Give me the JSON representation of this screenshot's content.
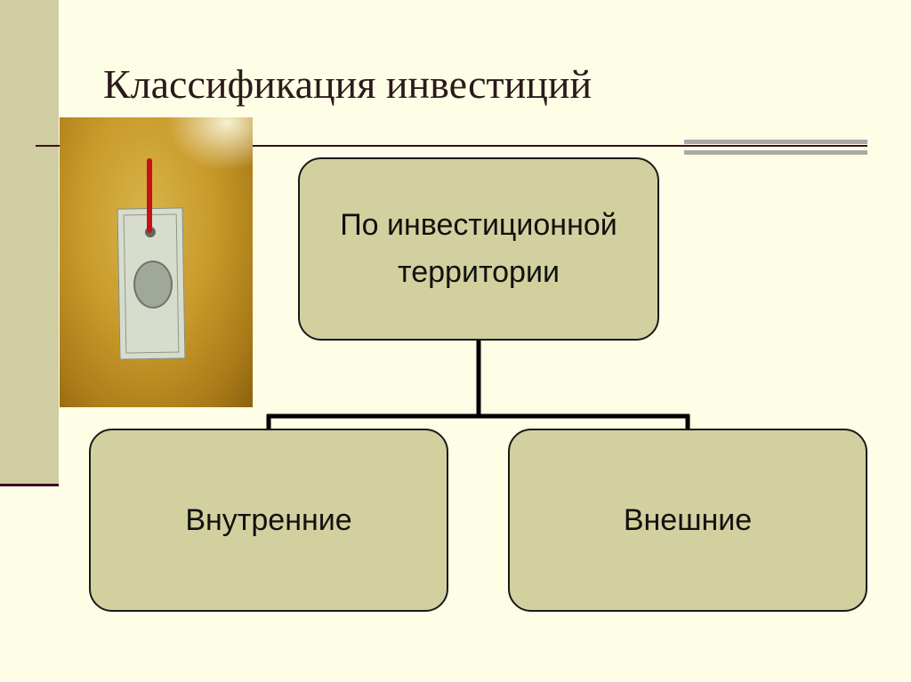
{
  "slide": {
    "title": "Классификация инвестиций"
  },
  "diagram": {
    "root": {
      "label_line1": "По инвестиционной",
      "label_line2": "территории"
    },
    "children": [
      {
        "label": "Внутренние"
      },
      {
        "label": "Внешние"
      }
    ]
  },
  "colors": {
    "background": "#fefde6",
    "box_fill": "#d2d09e",
    "box_border": "#1a1a1a",
    "side_band": "#cfcda1",
    "rule": "#3a0f22",
    "accent_bar": "#a9a9a9"
  },
  "image": {
    "description": "money-icon"
  }
}
